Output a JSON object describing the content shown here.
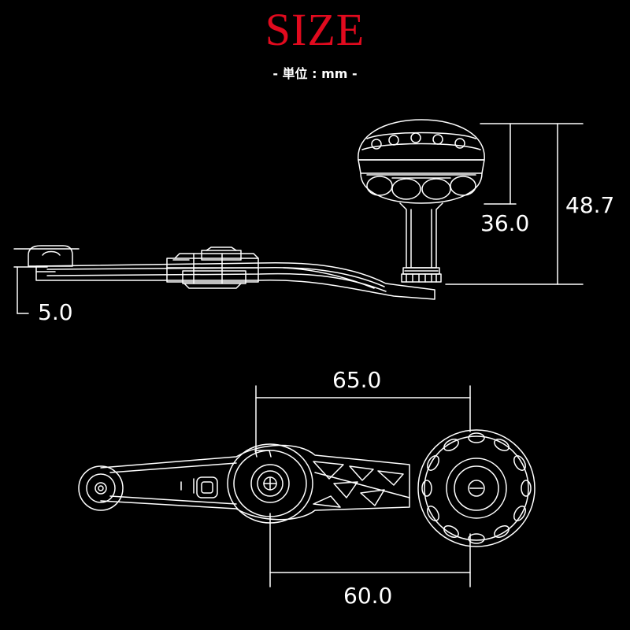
{
  "title": "SIZE",
  "unit_label": "- 単位 : mm -",
  "colors": {
    "title": "#e10a1e",
    "line": "#ffffff",
    "background": "#000000"
  },
  "dimensions": {
    "total_height": "48.7",
    "knob_height": "36.0",
    "offset": "5.0",
    "length_long": "65.0",
    "length_short": "60.0"
  }
}
